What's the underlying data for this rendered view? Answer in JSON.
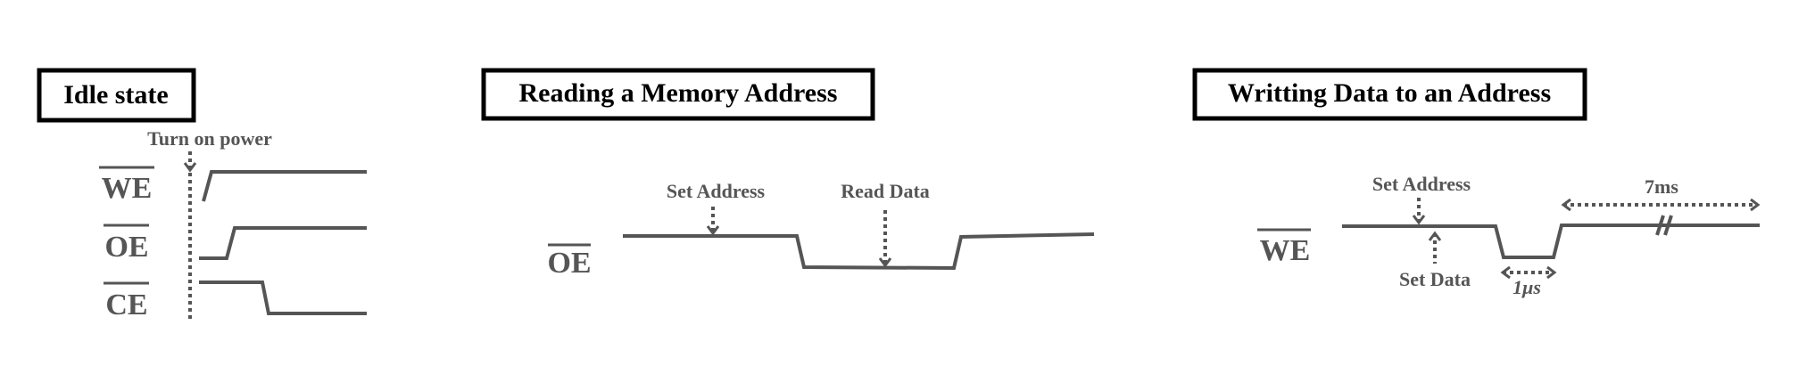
{
  "panels": {
    "idle": {
      "title": "Idle state",
      "annotation": "Turn on power",
      "signals": [
        "WE",
        "OE",
        "CE"
      ]
    },
    "read": {
      "title": "Reading a Memory Address",
      "signal": "OE",
      "set_address": "Set Address",
      "read_data": "Read Data"
    },
    "write": {
      "title": "Writting Data to an Address",
      "signal": "WE",
      "set_address": "Set Address",
      "set_data": "Set Data",
      "pulse_width": "1μs",
      "write_time": "7ms"
    }
  },
  "colors": {
    "signal": "#555555",
    "title": "#000000"
  }
}
